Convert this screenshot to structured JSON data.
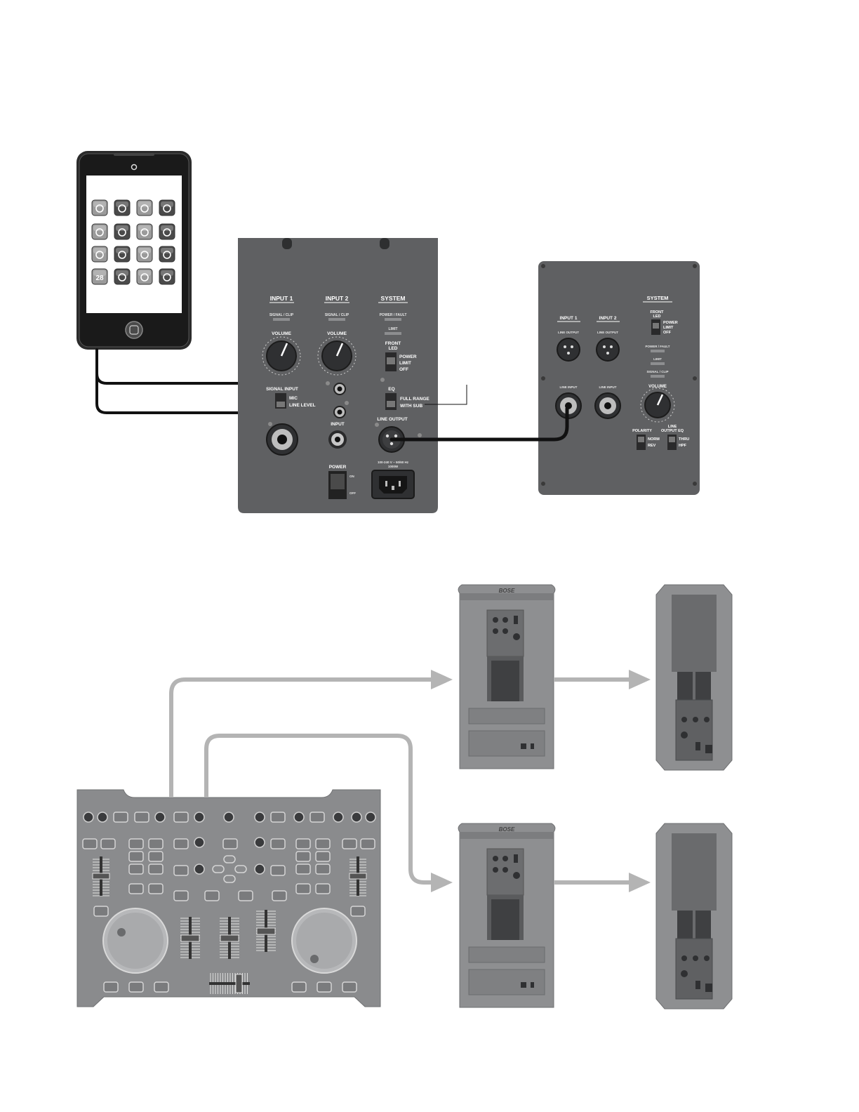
{
  "colors": {
    "panel": "#5f6062",
    "panel_dark": "#3d3e40",
    "cable": "#111111",
    "arrow": "#b4b4b4",
    "speaker": "#8e8f91",
    "phone_body": "#2b2b2b"
  },
  "phone": {
    "icons": [
      "compass-icon",
      "phone-icon",
      "chat-icon",
      "at-icon",
      "dpad-icon",
      "camera-icon",
      "mail-icon",
      "globe-icon",
      "ruler-icon",
      "eye-icon",
      "cloud-icon",
      "share-icon",
      "calendar-icon",
      "music-icon",
      "sun-icon",
      "microphone-icon"
    ],
    "calendar_day": "28"
  },
  "main_panel": {
    "input1": "INPUT 1",
    "input2": "INPUT 2",
    "system": "SYSTEM",
    "signal_clip": "SIGNAL / CLIP",
    "power_fault": "POWER / FAULT",
    "limit": "LIMIT",
    "volume": "VOLUME",
    "front_led": [
      "FRONT",
      "LED"
    ],
    "led_options": [
      "POWER",
      "LIMIT",
      "OFF"
    ],
    "signal_input": "SIGNAL INPUT",
    "signal_options": [
      "MIC",
      "LINE LEVEL"
    ],
    "eq": "EQ",
    "eq_options": [
      "FULL RANGE",
      "WITH SUB"
    ],
    "line_output": "LINE OUTPUT",
    "input": "INPUT",
    "power": "POWER",
    "power_on": "ON",
    "power_off": "OFF",
    "mains_rating": [
      "100-240 V ~ 50/60 Hz",
      "1000W"
    ]
  },
  "sub_panel": {
    "system": "SYSTEM",
    "front_led": [
      "FRONT",
      "LED"
    ],
    "led_options": [
      "POWER",
      "LIMIT",
      "OFF"
    ],
    "input1": "INPUT 1",
    "input2": "INPUT 2",
    "line_output": "LINE OUTPUT",
    "power_fault": "POWER / FAULT",
    "limit": "LIMIT",
    "signal_clip": "SIGNAL / CLIP",
    "line_input": "LINE INPUT",
    "volume": "VOLUME",
    "polarity": "POLARITY",
    "polarity_options": [
      "NORM",
      "REV"
    ],
    "line_output_eq": [
      "LINE",
      "OUTPUT EQ"
    ],
    "line_output_eq_options": [
      "THRU",
      "HPF"
    ]
  },
  "speakers": {
    "brand": "BOSE"
  }
}
